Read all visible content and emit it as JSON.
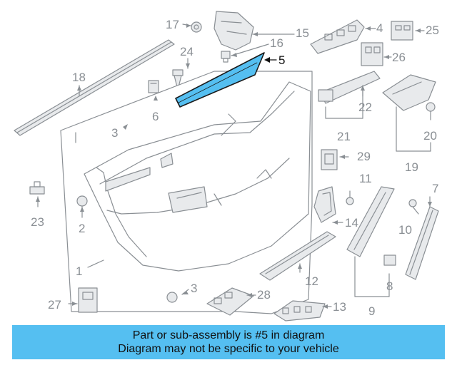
{
  "colors": {
    "line": "#8a8f94",
    "fill": "#e8eaec",
    "highlight": "#55bff1",
    "highlight_stroke": "#1a1a1a",
    "caption_bg": "#55bff1"
  },
  "callouts": {
    "c1": "1",
    "c2": "2",
    "c3a": "3",
    "c3b": "3",
    "c4": "4",
    "c5": "5",
    "c6": "6",
    "c7": "7",
    "c8": "8",
    "c9": "9",
    "c10": "10",
    "c11": "11",
    "c12": "12",
    "c13": "13",
    "c14": "14",
    "c15": "15",
    "c16": "16",
    "c17": "17",
    "c18": "18",
    "c19": "19",
    "c20": "20",
    "c21": "21",
    "c22": "22",
    "c23": "23",
    "c24": "24",
    "c25": "25",
    "c26": "26",
    "c27": "27",
    "c28": "28",
    "c29": "29"
  },
  "caption": {
    "line1": "Part or sub-assembly is #5 in diagram",
    "line2": "Diagram may not be specific to your vehicle"
  }
}
